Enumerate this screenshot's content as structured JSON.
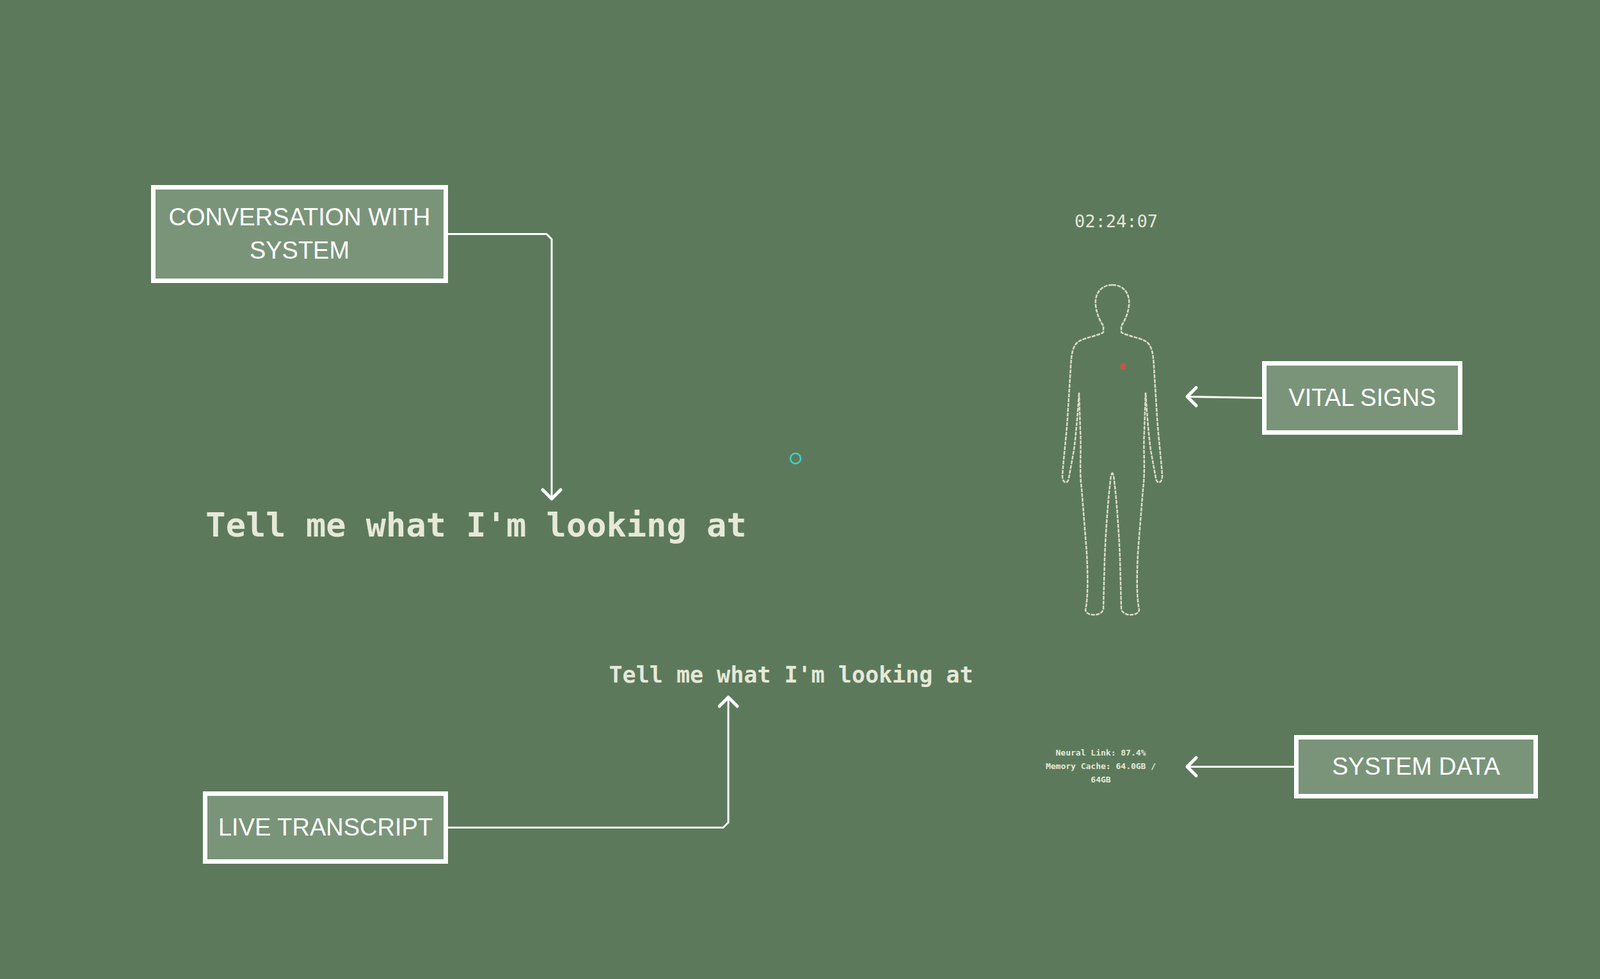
{
  "diagram": {
    "nodes": [
      {
        "text": [
          "CONVERSATION WITH SYSTEM"
        ]
      },
      {
        "text": [
          "VITAL SIGNS"
        ]
      },
      {
        "text": [
          "SYSTEM DATA"
        ]
      },
      {
        "text": [
          "LIVE TRANSCRIPT"
        ]
      }
    ],
    "labels": [
      "02:24:07",
      "Tell me what I'm looking at",
      "Tell me what I'm looking at",
      "Neural Link: 87.4%",
      "Memory Cache: 64.0GB / 64GB"
    ]
  }
}
